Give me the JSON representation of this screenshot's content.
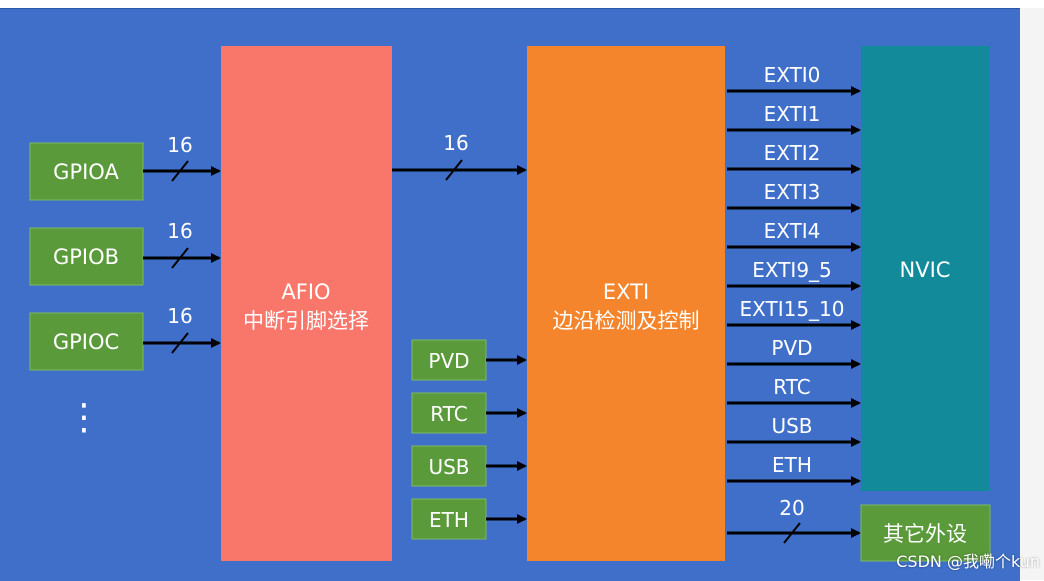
{
  "gpio_blocks": [
    {
      "label": "GPIOA",
      "bus_width": "16"
    },
    {
      "label": "GPIOB",
      "bus_width": "16"
    },
    {
      "label": "GPIOC",
      "bus_width": "16"
    }
  ],
  "ellipsis": "⋮",
  "afio": {
    "title": "AFIO",
    "subtitle": "中断引脚选择"
  },
  "afio_to_exti_width": "16",
  "exti": {
    "title": "EXTI",
    "subtitle": "边沿检测及控制"
  },
  "exti_inputs": [
    "PVD",
    "RTC",
    "USB",
    "ETH"
  ],
  "exti_outputs": [
    "EXTI0",
    "EXTI1",
    "EXTI2",
    "EXTI3",
    "EXTI4",
    "EXTI9_5",
    "EXTI15_10",
    "PVD",
    "RTC",
    "USB",
    "ETH"
  ],
  "nvic": {
    "label": "NVIC"
  },
  "other_peripherals": {
    "label": "其它外设",
    "bus_width": "20"
  },
  "watermark": "CSDN @我嘞个kun",
  "colors": {
    "background": "#3f6fc8",
    "gpio": "#5a9a3a",
    "afio": "#f8766a",
    "exti": "#f4852c",
    "nvic": "#128a9a",
    "other": "#5a9a3a"
  }
}
